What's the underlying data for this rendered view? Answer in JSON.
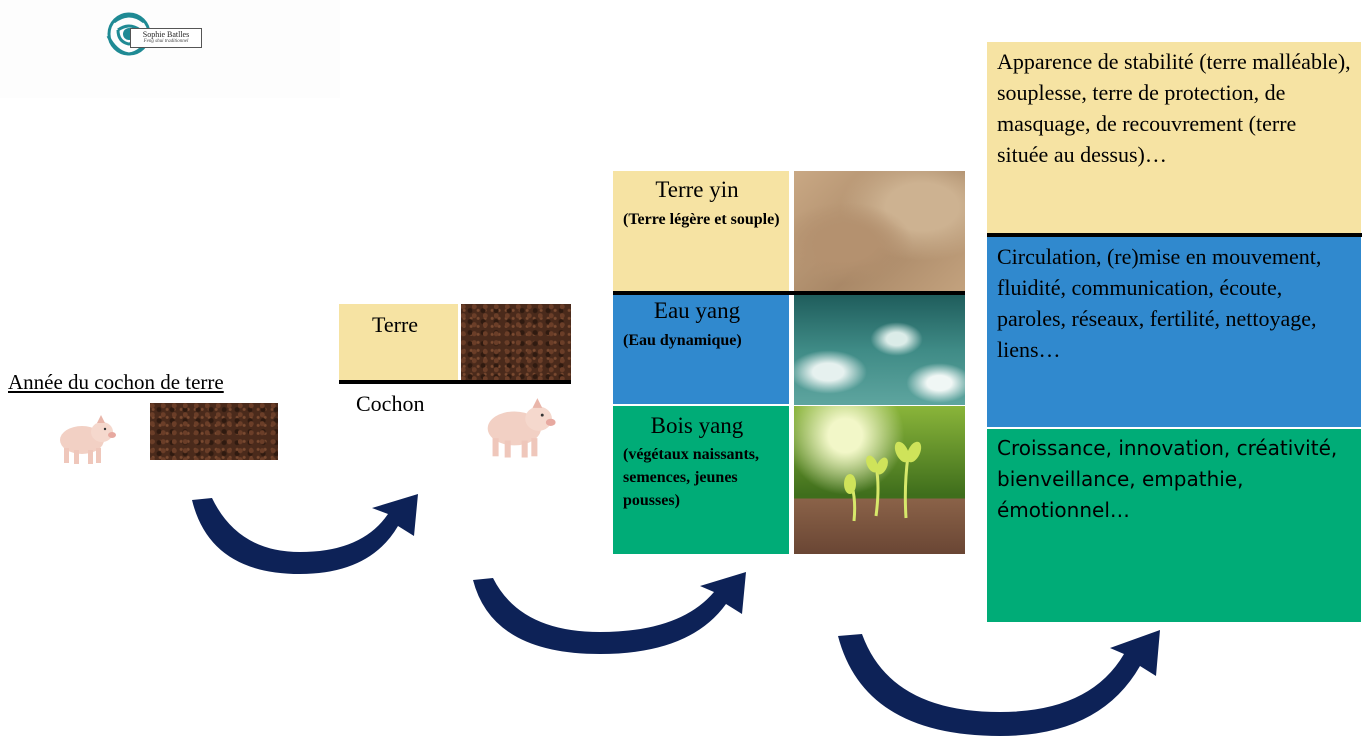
{
  "logo": {
    "name": "Sophie Batlles",
    "tagline": "Feng shui traditionnel"
  },
  "stage1": {
    "title": "Année du cochon de terre"
  },
  "stage2": {
    "element": "Terre",
    "animal": "Cochon"
  },
  "stage3": {
    "tiles": [
      {
        "title": "Terre yin",
        "subtitle": "(Terre légère et souple)"
      },
      {
        "title": "Eau yang",
        "subtitle": "(Eau dynamique)"
      },
      {
        "title": "Bois yang",
        "subtitle": "(végétaux naissants, semences, jeunes pousses)"
      }
    ]
  },
  "stage4": {
    "descriptions": [
      "Apparence de stabilité (terre malléable), souplesse, terre de protection, de masquage, de recouvrement (terre située au dessus)…",
      "Circulation, (re)mise en mouvement, fluidité, communication, écoute, paroles, réseaux, fertilité, nettoyage, liens…",
      "Croissance, innovation, créativité, bienveillance, empathie, émotionnel…"
    ]
  },
  "colors": {
    "earth": "#f6e3a3",
    "water": "#3089ce",
    "wood": "#00ac77",
    "arrow": "#0d2257"
  }
}
